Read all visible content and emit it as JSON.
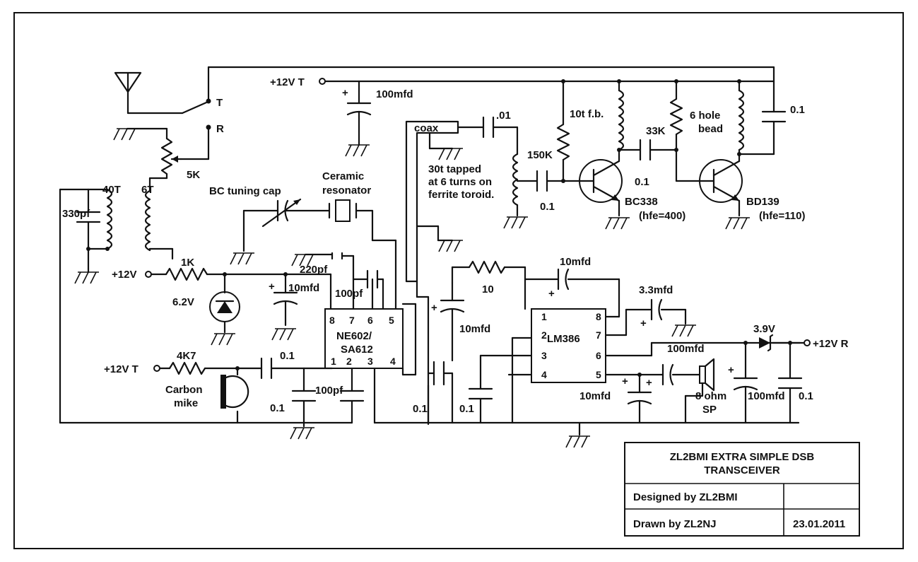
{
  "title_block": {
    "title_line1": "ZL2BMI EXTRA SIMPLE DSB",
    "title_line2": "TRANSCEIVER",
    "designed": "Designed by ZL2BMI",
    "drawn": "Drawn by ZL2NJ",
    "date": "23.01.2011"
  },
  "labels": {
    "supply_tx_top": "+12V T",
    "switch_t": "T",
    "switch_r": "R",
    "c_100mfd_top": "100mfd",
    "pot_5k": "5K",
    "coil_40t": "40T",
    "coil_6t": "6T",
    "c_330pf": "330pf",
    "bc_tuning_cap": "BC tuning cap",
    "ceramic": "Ceramic",
    "resonator": "resonator",
    "coax": "coax",
    "c_01_top": ".01",
    "toroid_1": "30t tapped",
    "toroid_2": "at 6 turns on",
    "toroid_3": "ferrite toroid.",
    "r_150k": "150K",
    "c_01_base": "0.1",
    "coil_10t": "10t f.b.",
    "c_01_mid": "0.1",
    "r_33k": "33K",
    "bead_1": "6 hole",
    "bead_2": "bead",
    "c_01_right": "0.1",
    "q1_name": "BC338",
    "q1_hfe": "(hfe=400)",
    "q2_name": "BD139",
    "q2_hfe": "(hfe=110)",
    "supply_12v": "+12V",
    "r_1k": "1K",
    "c_220pf": "220pf",
    "c_10mfd_reg": "10mfd",
    "c_100pf_a": "100pf",
    "zener_62": "6.2V",
    "ne602_1": "NE602/",
    "ne602_2": "SA612",
    "supply_tx_mic": "+12V T",
    "r_4k7": "4K7",
    "c_01_mic": "0.1",
    "mike_1": "Carbon",
    "mike_2": "mike",
    "c_100pf_b": "100pf",
    "c_01_mic_gnd": "0.1",
    "r_10": "10",
    "c_10mfd_fb": "10mfd",
    "c_10mfd_in": "10mfd",
    "lm386": "LM386",
    "c_33mfd": "3.3mfd",
    "zener_39": "3.9V",
    "supply_rx": "+12V R",
    "c_100mfd_out": "100mfd",
    "c_10mfd_out": "10mfd",
    "spk_1": "8 ohm",
    "spk_2": "SP",
    "c_100mfd_dec": "100mfd",
    "c_01_dec": "0.1",
    "c_01_bot1": "0.1",
    "c_01_bot2": "0.1",
    "plus": "+"
  },
  "ne602_pins_top": [
    "8",
    "7",
    "6",
    "5"
  ],
  "ne602_pins_bottom": [
    "1",
    "2",
    "3",
    "4"
  ],
  "lm386_pins_left": [
    "1",
    "2",
    "3",
    "4"
  ],
  "lm386_pins_right": [
    "8",
    "7",
    "6",
    "5"
  ]
}
